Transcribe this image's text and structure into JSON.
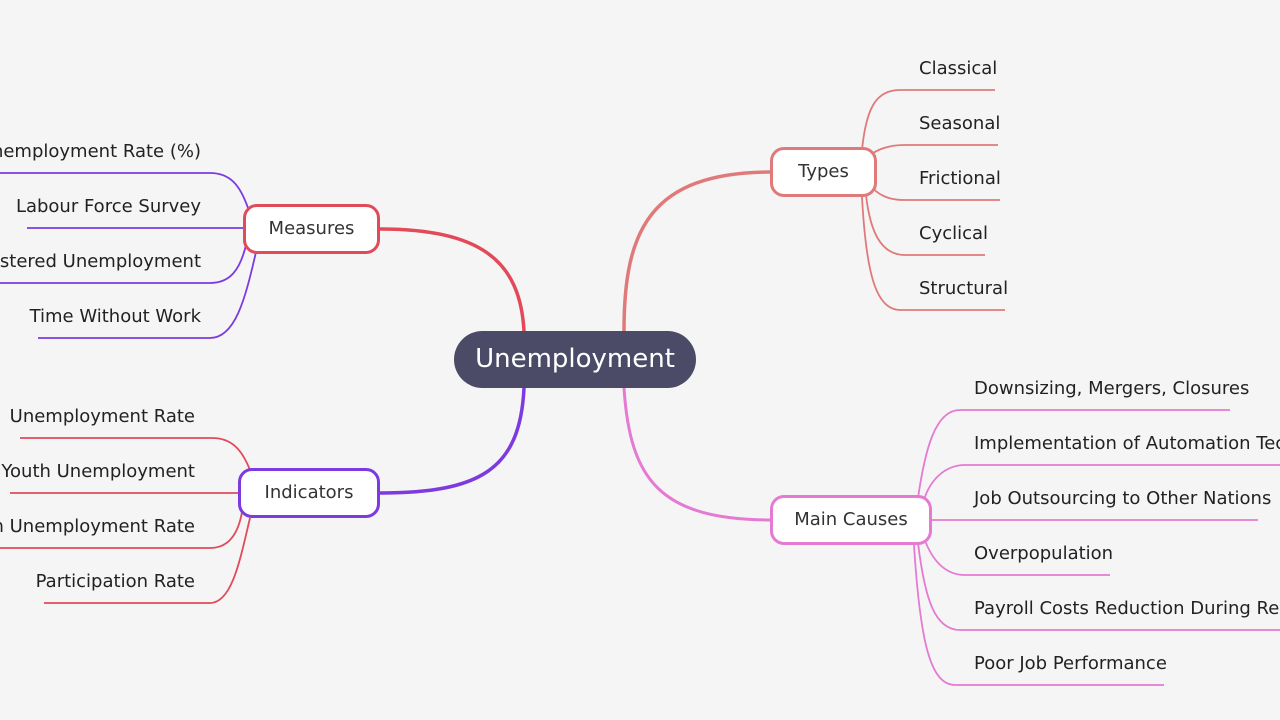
{
  "root": {
    "label": "Unemployment"
  },
  "branches": {
    "types": {
      "label": "Types",
      "color": "#e07a7a",
      "items": [
        "Classical",
        "Seasonal",
        "Frictional",
        "Cyclical",
        "Structural"
      ]
    },
    "measures": {
      "label": "Measures",
      "color": "#e24a5a",
      "child_color": "#7c3ae0",
      "items": [
        "Unemployment Rate (%)",
        "Labour Force Survey",
        "Registered Unemployment",
        "Time Without Work"
      ]
    },
    "indicators": {
      "label": "Indicators",
      "color": "#7c3ae0",
      "child_color": "#e24a5a",
      "items": [
        "Unemployment Rate",
        "Youth Unemployment",
        "Long-term Unemployment Rate",
        "Participation Rate"
      ]
    },
    "causes": {
      "label": "Main Causes",
      "color": "#e57ad3",
      "items": [
        "Downsizing, Mergers, Closures",
        "Implementation of Automation Technology",
        "Job Outsourcing to Other Nations",
        "Overpopulation",
        "Payroll Costs Reduction During Recession",
        "Poor Job Performance"
      ]
    }
  }
}
